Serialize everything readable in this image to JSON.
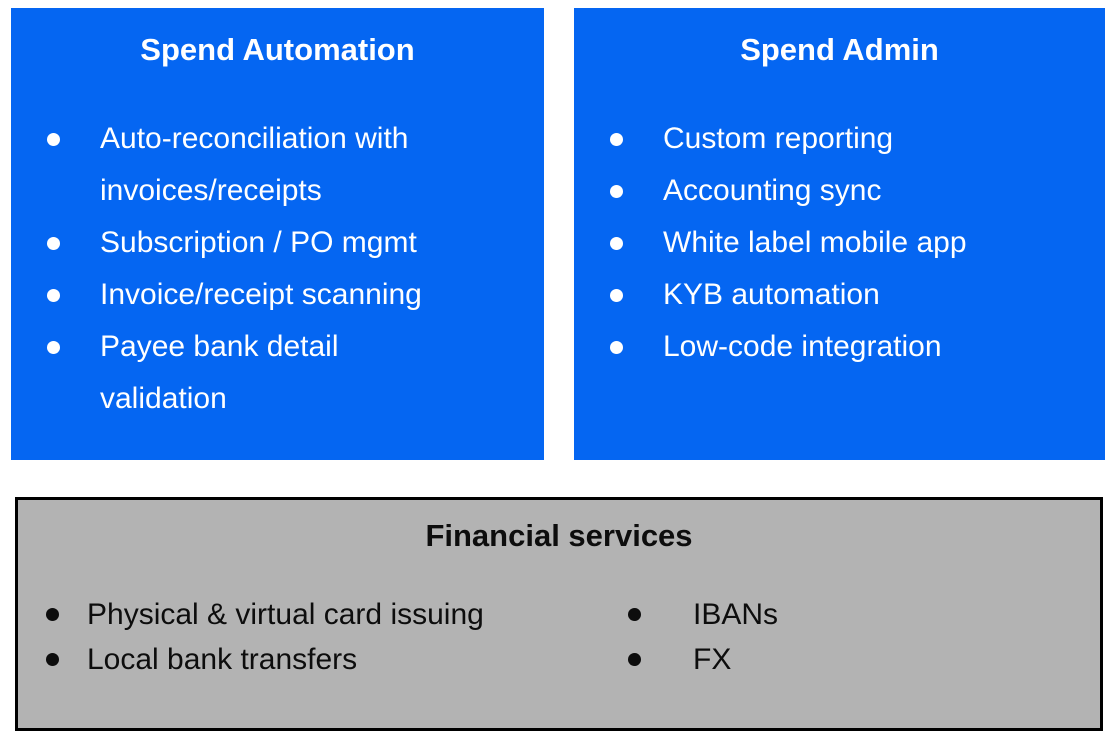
{
  "colors": {
    "blue": "#0566F2",
    "gray": "#B3B3B3",
    "box_text_light": "#FFFFFF",
    "box_text_dark": "#0D0D0D",
    "border": "#000000"
  },
  "boxes": {
    "spend_automation": {
      "title": "Spend Automation",
      "items": [
        "Auto-reconciliation with\ninvoices/receipts",
        "Subscription / PO mgmt",
        "Invoice/receipt scanning",
        "Payee bank detail\nvalidation"
      ]
    },
    "spend_admin": {
      "title": "Spend Admin",
      "items": [
        "Custom reporting",
        "Accounting sync",
        "White label mobile app",
        "KYB automation",
        "Low-code integration"
      ]
    },
    "financial_services": {
      "title": "Financial services",
      "columns": [
        {
          "items": [
            "Physical & virtual card issuing",
            "Local bank transfers"
          ]
        },
        {
          "items": [
            "IBANs",
            "FX"
          ]
        }
      ]
    }
  }
}
